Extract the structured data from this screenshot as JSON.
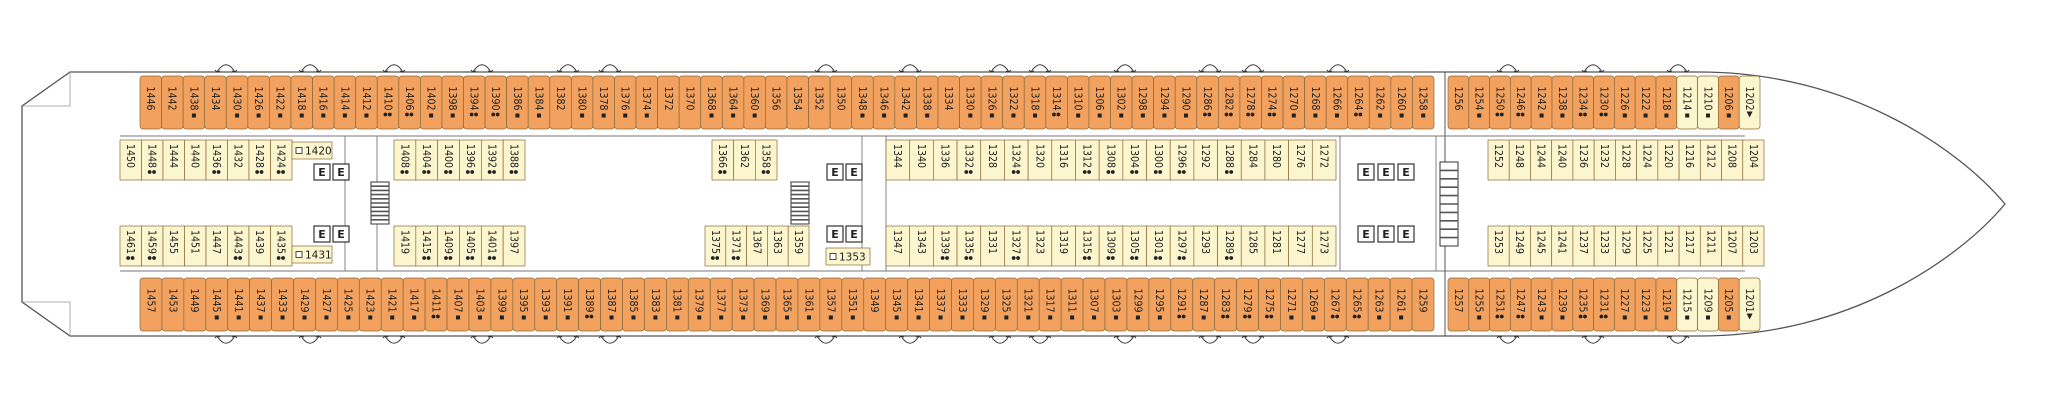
{
  "colors": {
    "inside_cabin": "#fcf6cf",
    "balcony_cabin": "#f2a25e",
    "cabin_border": "#8a6a3a",
    "hull_line": "#555555",
    "elevator_fill": "#ffffff",
    "stair_fill": "#555555"
  },
  "legend_icons": {
    "square": "square-marker-icon",
    "dot": "berth-dot-icon",
    "triangle": "accessible-triangle-icon",
    "connecting": "connecting-arrow-icon"
  },
  "elevator_label": "E",
  "cabins": {
    "top_outer": [
      {
        "n": "1446"
      },
      {
        "n": "1442"
      },
      {
        "n": "1438",
        "m": "s"
      },
      {
        "n": "1434"
      },
      {
        "n": "1430",
        "m": "s"
      },
      {
        "n": "1426",
        "m": "s"
      },
      {
        "n": "1422",
        "m": "s"
      },
      {
        "n": "1418",
        "m": "s"
      },
      {
        "n": "1416",
        "m": "s"
      },
      {
        "n": "1414",
        "m": "s"
      },
      {
        "n": "1412",
        "m": "s"
      },
      {
        "n": "1410",
        "m": "d"
      },
      {
        "n": "1406",
        "m": "d"
      },
      {
        "n": "1402",
        "m": "s"
      },
      {
        "n": "1398",
        "m": "s"
      },
      {
        "n": "1394",
        "m": "d"
      },
      {
        "n": "1390",
        "m": "d"
      },
      {
        "n": "1386",
        "m": "s"
      },
      {
        "n": "1384",
        "m": "s"
      },
      {
        "n": "1382"
      },
      {
        "n": "1380",
        "m": "s"
      },
      {
        "n": "1378",
        "m": "s"
      },
      {
        "n": "1376",
        "m": "s"
      },
      {
        "n": "1374",
        "m": "s"
      },
      {
        "n": "1372"
      },
      {
        "n": "1370"
      },
      {
        "n": "1368",
        "m": "s"
      },
      {
        "n": "1364",
        "m": "s"
      },
      {
        "n": "1360",
        "m": "s"
      },
      {
        "n": "1356"
      },
      {
        "n": "1354"
      },
      {
        "n": "1352"
      },
      {
        "n": "1350"
      },
      {
        "n": "1348",
        "m": "s"
      },
      {
        "n": "1346",
        "m": "s"
      },
      {
        "n": "1342",
        "m": "s"
      },
      {
        "n": "1338",
        "m": "s"
      },
      {
        "n": "1334"
      },
      {
        "n": "1330",
        "m": "s"
      },
      {
        "n": "1326",
        "m": "s"
      },
      {
        "n": "1322",
        "m": "s"
      },
      {
        "n": "1318",
        "m": "s"
      },
      {
        "n": "1314",
        "m": "d"
      },
      {
        "n": "1310",
        "m": "s"
      },
      {
        "n": "1306",
        "m": "s"
      },
      {
        "n": "1302",
        "m": "s"
      },
      {
        "n": "1298",
        "m": "s"
      },
      {
        "n": "1294",
        "m": "s"
      },
      {
        "n": "1290",
        "m": "s"
      },
      {
        "n": "1286",
        "m": "d"
      },
      {
        "n": "1282",
        "m": "d"
      },
      {
        "n": "1278",
        "m": "d"
      },
      {
        "n": "1274",
        "m": "d"
      },
      {
        "n": "1270",
        "m": "s"
      },
      {
        "n": "1268",
        "m": "s"
      },
      {
        "n": "1266",
        "m": "s"
      },
      {
        "n": "1264",
        "m": "d"
      },
      {
        "n": "1262",
        "m": "s"
      },
      {
        "n": "1260",
        "m": "s"
      },
      {
        "n": "1258",
        "m": "s"
      }
    ],
    "top_fwd_outer": [
      {
        "n": "1256"
      },
      {
        "n": "1254",
        "m": "s"
      },
      {
        "n": "1250",
        "m": "d"
      },
      {
        "n": "1246",
        "m": "d"
      },
      {
        "n": "1242",
        "m": "s"
      },
      {
        "n": "1238",
        "m": "s"
      },
      {
        "n": "1234",
        "m": "d"
      },
      {
        "n": "1230",
        "m": "d"
      },
      {
        "n": "1226",
        "m": "s"
      },
      {
        "n": "1222",
        "m": "s"
      },
      {
        "n": "1218",
        "m": "s"
      },
      {
        "n": "1214",
        "m": "s",
        "t": "in"
      },
      {
        "n": "1210",
        "m": "s",
        "t": "in"
      },
      {
        "n": "1206",
        "m": "s"
      },
      {
        "n": "1202",
        "m": "t",
        "t": "in"
      }
    ],
    "top_inner_aft": [
      {
        "n": "1450"
      },
      {
        "n": "1448",
        "m": "d"
      },
      {
        "n": "1444"
      },
      {
        "n": "1440"
      },
      {
        "n": "1436",
        "m": "d"
      },
      {
        "n": "1432"
      },
      {
        "n": "1428",
        "m": "d"
      },
      {
        "n": "1424",
        "m": "d"
      }
    ],
    "top_inner_mid": [
      {
        "n": "1408",
        "m": "d"
      },
      {
        "n": "1404",
        "m": "d"
      },
      {
        "n": "1400",
        "m": "d"
      },
      {
        "n": "1396",
        "m": "d"
      },
      {
        "n": "1392",
        "m": "d"
      },
      {
        "n": "1388",
        "m": "d"
      }
    ],
    "top_inner_center": [
      {
        "n": "1366",
        "m": "d"
      },
      {
        "n": "1362"
      },
      {
        "n": "1358",
        "m": "d"
      }
    ],
    "top_inner_fwd": [
      {
        "n": "1344"
      },
      {
        "n": "1340"
      },
      {
        "n": "1336"
      },
      {
        "n": "1332",
        "m": "d"
      },
      {
        "n": "1328"
      },
      {
        "n": "1324",
        "m": "d"
      },
      {
        "n": "1320"
      },
      {
        "n": "1316"
      },
      {
        "n": "1312",
        "m": "d"
      },
      {
        "n": "1308",
        "m": "d"
      },
      {
        "n": "1304",
        "m": "d"
      },
      {
        "n": "1300",
        "m": "d"
      },
      {
        "n": "1296",
        "m": "d"
      },
      {
        "n": "1292"
      },
      {
        "n": "1288",
        "m": "d"
      },
      {
        "n": "1284"
      },
      {
        "n": "1280"
      },
      {
        "n": "1276"
      },
      {
        "n": "1272"
      }
    ],
    "top_inner_bow": [
      {
        "n": "1252"
      },
      {
        "n": "1248"
      },
      {
        "n": "1244"
      },
      {
        "n": "1240"
      },
      {
        "n": "1236"
      },
      {
        "n": "1232"
      },
      {
        "n": "1228"
      },
      {
        "n": "1224"
      },
      {
        "n": "1220"
      },
      {
        "n": "1216"
      },
      {
        "n": "1212"
      },
      {
        "n": "1208"
      },
      {
        "n": "1204"
      }
    ],
    "single_1420": "1420",
    "single_1431": "1431",
    "single_1353": "1353",
    "bot_inner_aft": [
      {
        "n": "1461",
        "m": "d"
      },
      {
        "n": "1459",
        "m": "d"
      },
      {
        "n": "1455"
      },
      {
        "n": "1451"
      },
      {
        "n": "1447"
      },
      {
        "n": "1443",
        "m": "d"
      },
      {
        "n": "1439"
      },
      {
        "n": "1435",
        "m": "d"
      }
    ],
    "bot_inner_mid": [
      {
        "n": "1419"
      },
      {
        "n": "1415",
        "m": "d"
      },
      {
        "n": "1409",
        "m": "d"
      },
      {
        "n": "1405",
        "m": "d"
      },
      {
        "n": "1401",
        "m": "d"
      },
      {
        "n": "1397"
      }
    ],
    "bot_inner_center": [
      {
        "n": "1375",
        "m": "d"
      },
      {
        "n": "1371",
        "m": "d"
      },
      {
        "n": "1367"
      },
      {
        "n": "1363"
      },
      {
        "n": "1359"
      }
    ],
    "bot_inner_fwd": [
      {
        "n": "1347"
      },
      {
        "n": "1343"
      },
      {
        "n": "1339",
        "m": "d"
      },
      {
        "n": "1335",
        "m": "d"
      },
      {
        "n": "1331"
      },
      {
        "n": "1327",
        "m": "d"
      },
      {
        "n": "1323"
      },
      {
        "n": "1319"
      },
      {
        "n": "1315",
        "m": "d"
      },
      {
        "n": "1309",
        "m": "d"
      },
      {
        "n": "1305",
        "m": "d"
      },
      {
        "n": "1301",
        "m": "d"
      },
      {
        "n": "1297",
        "m": "d"
      },
      {
        "n": "1293"
      },
      {
        "n": "1289",
        "m": "d"
      },
      {
        "n": "1285"
      },
      {
        "n": "1281"
      },
      {
        "n": "1277"
      },
      {
        "n": "1273"
      }
    ],
    "bot_inner_bow": [
      {
        "n": "1253"
      },
      {
        "n": "1249"
      },
      {
        "n": "1245"
      },
      {
        "n": "1241"
      },
      {
        "n": "1237"
      },
      {
        "n": "1233"
      },
      {
        "n": "1229"
      },
      {
        "n": "1225"
      },
      {
        "n": "1221"
      },
      {
        "n": "1217"
      },
      {
        "n": "1211"
      },
      {
        "n": "1207"
      },
      {
        "n": "1203"
      }
    ],
    "bot_outer": [
      {
        "n": "1457"
      },
      {
        "n": "1453"
      },
      {
        "n": "1449"
      },
      {
        "n": "1445",
        "m": "s"
      },
      {
        "n": "1441",
        "m": "s"
      },
      {
        "n": "1437",
        "m": "s"
      },
      {
        "n": "1433",
        "m": "s"
      },
      {
        "n": "1429",
        "m": "s"
      },
      {
        "n": "1427",
        "m": "s"
      },
      {
        "n": "1425",
        "m": "s"
      },
      {
        "n": "1423",
        "m": "s"
      },
      {
        "n": "1421",
        "m": "s"
      },
      {
        "n": "1417",
        "m": "s"
      },
      {
        "n": "1411",
        "m": "d"
      },
      {
        "n": "1407",
        "m": "s"
      },
      {
        "n": "1403",
        "m": "s"
      },
      {
        "n": "1399",
        "m": "s"
      },
      {
        "n": "1395",
        "m": "s"
      },
      {
        "n": "1393",
        "m": "s"
      },
      {
        "n": "1391",
        "m": "s"
      },
      {
        "n": "1389",
        "m": "d"
      },
      {
        "n": "1387",
        "m": "s"
      },
      {
        "n": "1385",
        "m": "s"
      },
      {
        "n": "1383",
        "m": "s"
      },
      {
        "n": "1381",
        "m": "s"
      },
      {
        "n": "1379",
        "m": "s"
      },
      {
        "n": "1377",
        "m": "s"
      },
      {
        "n": "1373",
        "m": "s"
      },
      {
        "n": "1369",
        "m": "s"
      },
      {
        "n": "1365",
        "m": "s"
      },
      {
        "n": "1361",
        "m": "s"
      },
      {
        "n": "1357",
        "m": "s"
      },
      {
        "n": "1351",
        "m": "s"
      },
      {
        "n": "1349"
      },
      {
        "n": "1345",
        "m": "s"
      },
      {
        "n": "1341",
        "m": "s"
      },
      {
        "n": "1337",
        "m": "s"
      },
      {
        "n": "1333",
        "m": "s"
      },
      {
        "n": "1329",
        "m": "s"
      },
      {
        "n": "1325",
        "m": "s"
      },
      {
        "n": "1321",
        "m": "s"
      },
      {
        "n": "1317",
        "m": "s"
      },
      {
        "n": "1311",
        "m": "s"
      },
      {
        "n": "1307",
        "m": "s"
      },
      {
        "n": "1303",
        "m": "s"
      },
      {
        "n": "1299",
        "m": "s"
      },
      {
        "n": "1295",
        "m": "s"
      },
      {
        "n": "1291",
        "m": "d"
      },
      {
        "n": "1287",
        "m": "s"
      },
      {
        "n": "1283",
        "m": "d"
      },
      {
        "n": "1279",
        "m": "d"
      },
      {
        "n": "1275",
        "m": "d"
      },
      {
        "n": "1271",
        "m": "s"
      },
      {
        "n": "1269",
        "m": "s"
      },
      {
        "n": "1267",
        "m": "d"
      },
      {
        "n": "1265",
        "m": "d"
      },
      {
        "n": "1263",
        "m": "s"
      },
      {
        "n": "1261",
        "m": "s"
      },
      {
        "n": "1259"
      }
    ],
    "bot_fwd_outer": [
      {
        "n": "1257"
      },
      {
        "n": "1255",
        "m": "s"
      },
      {
        "n": "1251",
        "m": "d"
      },
      {
        "n": "1247",
        "m": "d"
      },
      {
        "n": "1243",
        "m": "s"
      },
      {
        "n": "1239",
        "m": "s"
      },
      {
        "n": "1235",
        "m": "d"
      },
      {
        "n": "1231",
        "m": "d"
      },
      {
        "n": "1227",
        "m": "s"
      },
      {
        "n": "1223",
        "m": "s"
      },
      {
        "n": "1219",
        "m": "s"
      },
      {
        "n": "1215",
        "m": "s",
        "t": "in"
      },
      {
        "n": "1209",
        "m": "s",
        "t": "in"
      },
      {
        "n": "1205",
        "m": "s"
      },
      {
        "n": "1201",
        "m": "t",
        "t": "in"
      }
    ]
  }
}
